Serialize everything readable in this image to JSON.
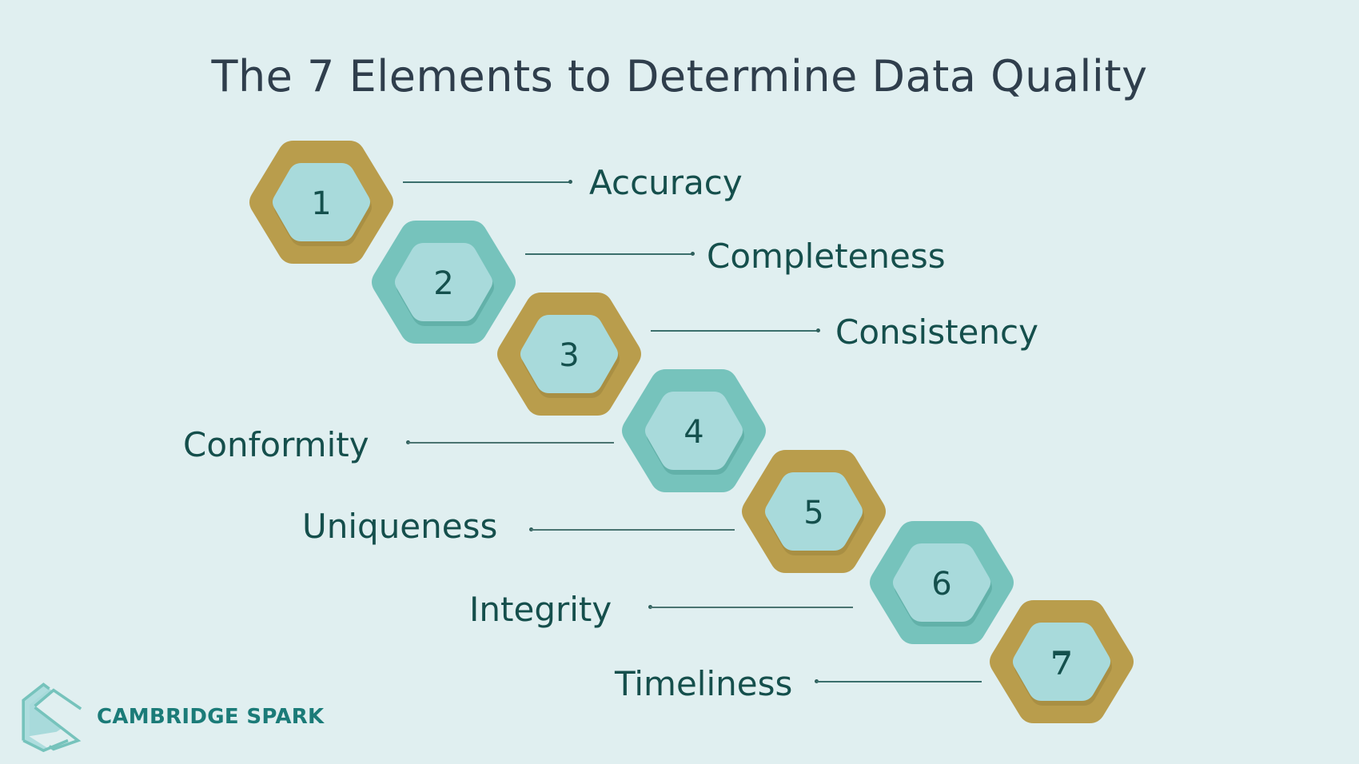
{
  "title": "The 7 Elements to Determine Data Quality",
  "colors": {
    "background": "#e0eff0",
    "gold": "#b99d4c",
    "teal": "#76c3bc",
    "inner": "#a8dadb",
    "text_dark": "#154f4c",
    "title": "#2f3e4c",
    "brand": "#1b7b78"
  },
  "elements": [
    {
      "number": "1",
      "label": "Accuracy",
      "ring": "gold"
    },
    {
      "number": "2",
      "label": "Completeness",
      "ring": "teal"
    },
    {
      "number": "3",
      "label": "Consistency",
      "ring": "gold"
    },
    {
      "number": "4",
      "label": "Conformity",
      "ring": "teal"
    },
    {
      "number": "5",
      "label": "Uniqueness",
      "ring": "gold"
    },
    {
      "number": "6",
      "label": "Integrity",
      "ring": "teal"
    },
    {
      "number": "7",
      "label": "Timeliness",
      "ring": "gold"
    }
  ],
  "brand": {
    "name": "CAMBRIDGE SPARK",
    "logo_icon": "hexagon-s-logo-icon"
  }
}
